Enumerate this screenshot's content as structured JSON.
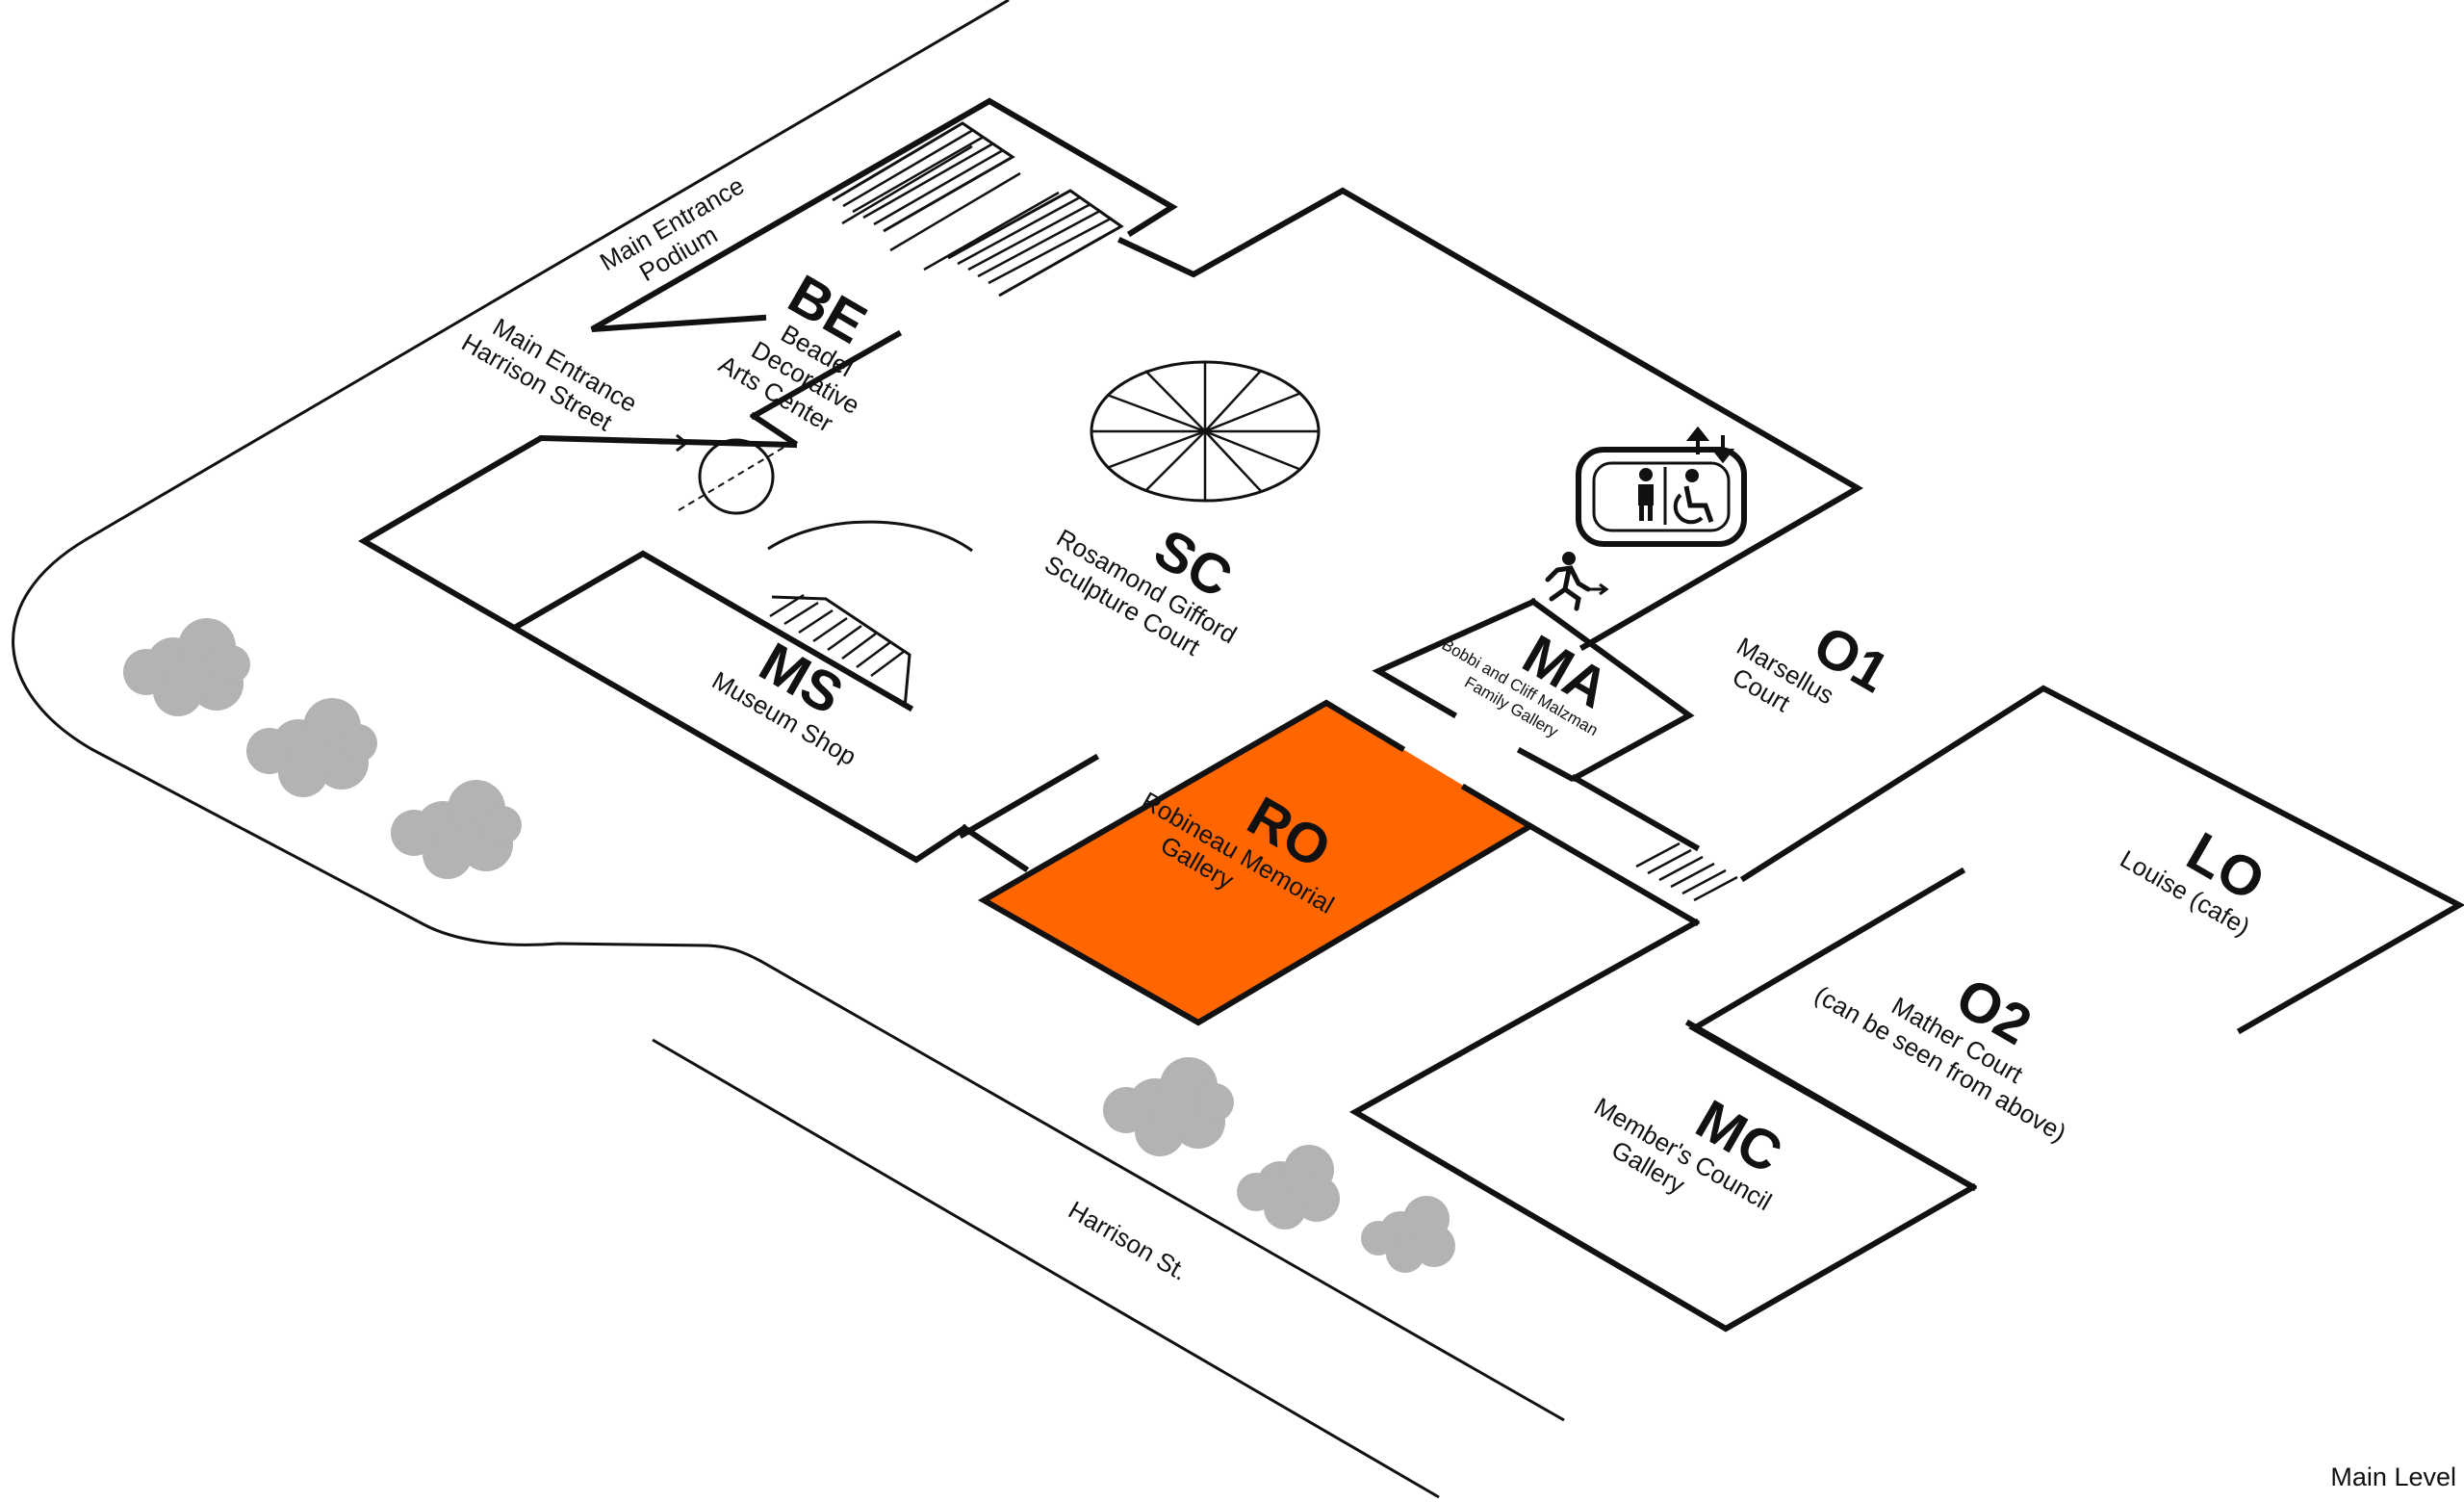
{
  "map": {
    "level": "Main Level",
    "highlight_color": "#ff6600",
    "tree_color": "#b3b3b3",
    "entrances": {
      "podium": [
        "Main Entrance",
        "Podium"
      ],
      "harrison": [
        "Main Entrance",
        "Harrison Street"
      ]
    },
    "street": "Harrison St.",
    "rooms": {
      "be": {
        "code": "BE",
        "name": [
          "Beadel",
          "Decorative",
          "Arts Center"
        ]
      },
      "sc": {
        "code": "SC",
        "name": [
          "Rosamond Gifford",
          "Sculpture Court"
        ]
      },
      "ms": {
        "code": "MS",
        "name": [
          "Museum Shop"
        ]
      },
      "ma": {
        "code": "MA",
        "name": [
          "Bobbi and Cliff Malzman",
          "Family Gallery"
        ]
      },
      "o1": {
        "code": "O1",
        "name": [
          "Marsellus",
          "Court"
        ]
      },
      "ro": {
        "code": "RO",
        "name": [
          "Robineau Memorial",
          "Gallery"
        ],
        "highlighted": true
      },
      "lo": {
        "code": "LO",
        "name": [
          "Louise (cafe)"
        ]
      },
      "o2": {
        "code": "O2",
        "name": [
          "Mather Court",
          "(can be seen from above)"
        ]
      },
      "mc": {
        "code": "MC",
        "name": [
          "Member's Council",
          "Gallery"
        ]
      }
    },
    "icons": [
      "restroom-icon",
      "accessible-icon",
      "elevator-arrows-icon",
      "emergency-exit-icon",
      "entrance-arrow-icon",
      "spiral-stair-icon"
    ]
  }
}
